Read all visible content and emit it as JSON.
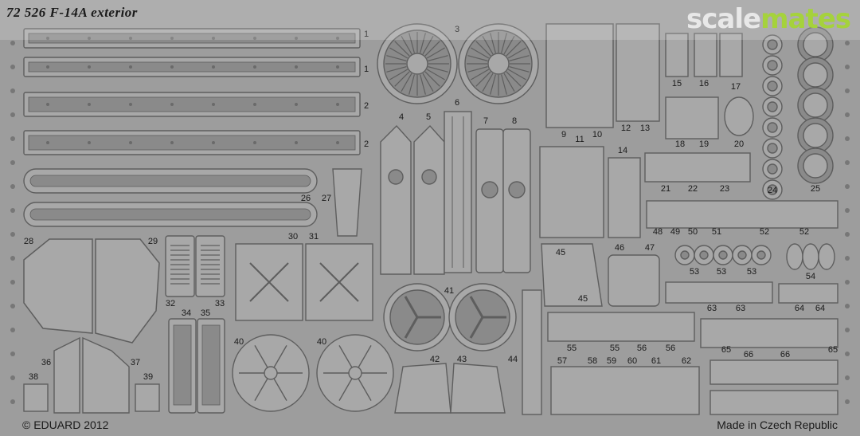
{
  "header": {
    "title": "72 526  F-14A exterior"
  },
  "watermark": {
    "part1": "scale",
    "part2": "mates"
  },
  "footer": {
    "copyright": "© EDUARD 2012",
    "origin": "Made in Czech Republic"
  },
  "part_numbers": [
    "1",
    "1",
    "2",
    "2",
    "3",
    "4",
    "5",
    "6",
    "7",
    "8",
    "9",
    "10",
    "11",
    "12",
    "13",
    "14",
    "15",
    "16",
    "17",
    "18",
    "19",
    "20",
    "21",
    "22",
    "23",
    "24",
    "25",
    "26",
    "27",
    "28",
    "29",
    "30",
    "31",
    "32",
    "33",
    "34",
    "35",
    "36",
    "37",
    "38",
    "39",
    "40",
    "40",
    "41",
    "42",
    "43",
    "44",
    "45",
    "45",
    "46",
    "47",
    "48",
    "49",
    "50",
    "51",
    "52",
    "52",
    "53",
    "53",
    "53",
    "54",
    "55",
    "55",
    "56",
    "56",
    "57",
    "58",
    "59",
    "60",
    "61",
    "62",
    "63",
    "63",
    "64",
    "64",
    "65",
    "65",
    "66",
    "66"
  ],
  "colors": {
    "fret": "#9d9d9d",
    "part_edge": "#5e5e5e",
    "part_fill": "#a7a7a7",
    "watermark_green": "#a5d23c"
  }
}
